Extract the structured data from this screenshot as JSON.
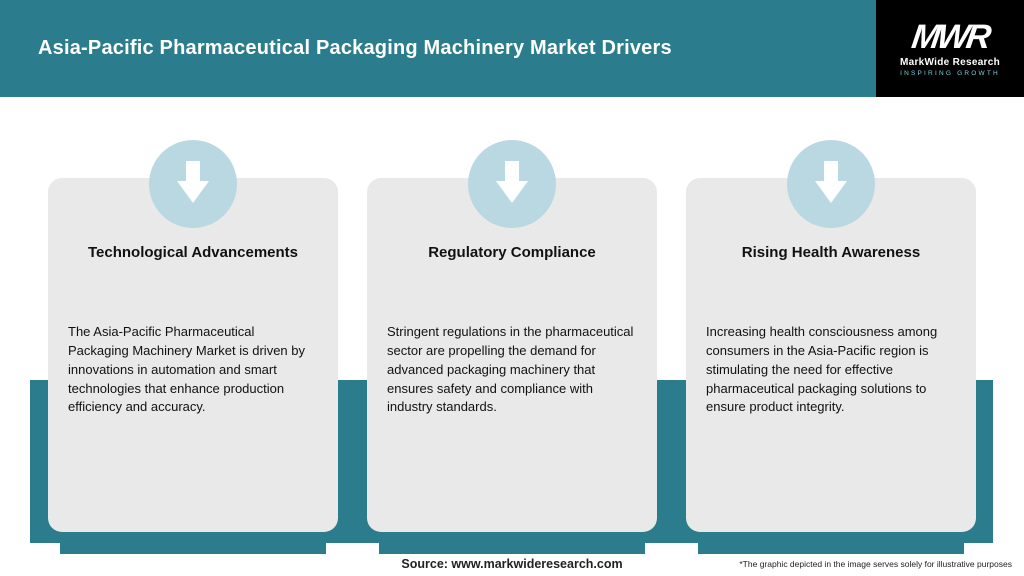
{
  "header": {
    "title": "Asia-Pacific Pharmaceutical Packaging Machinery Market Drivers",
    "logo": {
      "monogram": "MWR",
      "name": "MarkWide Research",
      "tagline": "INSPIRING GROWTH"
    }
  },
  "cards": [
    {
      "title": "Technological Advancements",
      "body": "The Asia-Pacific Pharmaceutical Packaging Machinery Market is driven by innovations in automation and smart technologies that enhance production efficiency and accuracy."
    },
    {
      "title": "Regulatory Compliance",
      "body": "Stringent regulations in the pharmaceutical sector are propelling the demand for advanced packaging machinery that ensures safety and compliance with industry standards."
    },
    {
      "title": "Rising Health Awareness",
      "body": "Increasing health consciousness among consumers in the Asia-Pacific region is stimulating the need for effective pharmaceutical packaging solutions to ensure product integrity."
    }
  ],
  "footer": {
    "source": "Source: www.markwideresearch.com",
    "disclaimer": "*The graphic depicted in the image serves solely for illustrative purposes"
  },
  "colors": {
    "teal": "#2b7d8e",
    "circle_blue": "#b9d8e2",
    "card_gray": "#e9e9e9",
    "logo_bg": "#000000"
  }
}
